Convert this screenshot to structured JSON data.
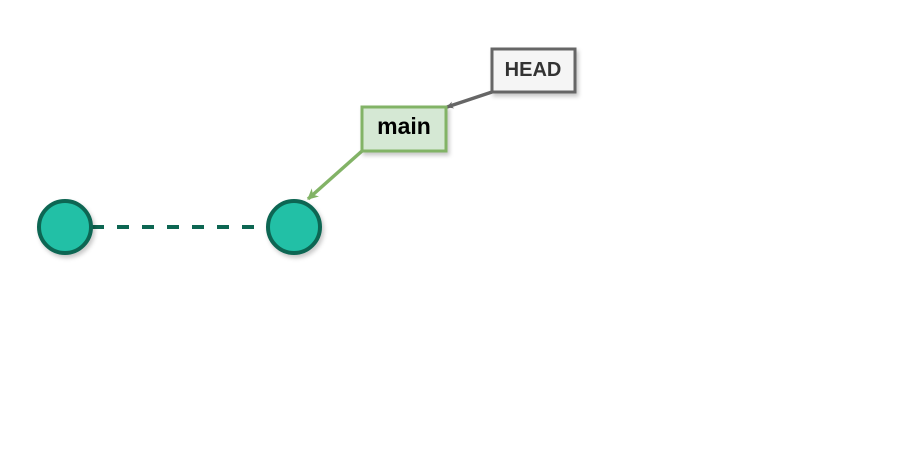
{
  "commits": [
    {
      "id": "c1",
      "fill": "#20c0a6",
      "stroke": "#0d6652"
    },
    {
      "id": "c2",
      "fill": "#20c0a6",
      "stroke": "#0d6652"
    }
  ],
  "link": {
    "style": "dashed",
    "color": "#0d6652"
  },
  "refs": {
    "head": {
      "label": "HEAD",
      "fill": "#f5f5f5",
      "border": "#666666",
      "text_color": "#333333",
      "arrow_color": "#666666"
    },
    "main": {
      "label": "main",
      "fill": "#d5e8d4",
      "border": "#82b366",
      "text_color": "#000000",
      "arrow_color": "#82b366"
    }
  }
}
